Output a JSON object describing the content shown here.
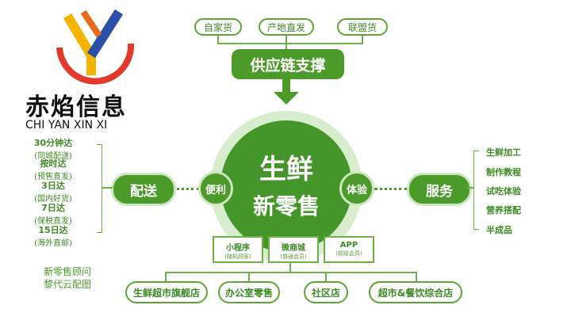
{
  "logo": {
    "brand": "赤焰信息",
    "subtitle": "CHI YAN XIN XI"
  },
  "sources": [
    "自家货",
    "产地直发",
    "联盟货"
  ],
  "supply_chain": "供应链支撑",
  "center": {
    "line1": "生鲜",
    "line2": "新零售"
  },
  "left": {
    "label": "配送",
    "node": "便利"
  },
  "right": {
    "label": "服务",
    "node": "体验"
  },
  "delivery": [
    {
      "title": "30分钟达",
      "sub": "(同城配送)"
    },
    {
      "title": "按时达",
      "sub": "(预售直发)"
    },
    {
      "title": "3日达",
      "sub": "(国内好货)"
    },
    {
      "title": "7日达",
      "sub": "(保税直发)"
    },
    {
      "title": "15日达",
      "sub": "(海外直邮)"
    }
  ],
  "services": [
    "生鲜加工",
    "制作教程",
    "试吃体验",
    "营养搭配",
    "半成品"
  ],
  "channels": [
    {
      "title": "小程序",
      "sub": "(随机顾客)"
    },
    {
      "title": "微商城",
      "sub": "(普通会员)"
    },
    {
      "title": "APP",
      "sub": "(超级会员)"
    }
  ],
  "stores": [
    "生鲜超市旗舰店",
    "办公室零售",
    "社区店",
    "超市&餐饮综合店"
  ],
  "caption": {
    "line1": "新零售顾问",
    "line2": "黎代云配图"
  }
}
